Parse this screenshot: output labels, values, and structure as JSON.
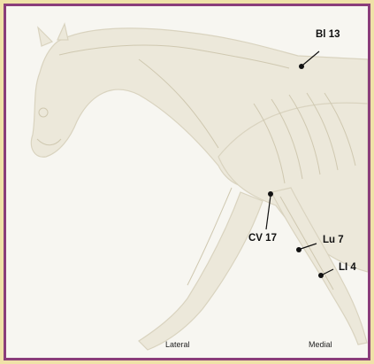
{
  "points": {
    "bl13": "Bl 13",
    "cv17": "CV 17",
    "lu7": "Lu 7",
    "li4": "LI 4"
  },
  "views": {
    "lateral": "Lateral",
    "medial": "Medial"
  },
  "colors": {
    "border": "#8a3d7a",
    "outer_frame": "#efe2a8",
    "background": "#f7f6f1",
    "marker": "#111111"
  }
}
